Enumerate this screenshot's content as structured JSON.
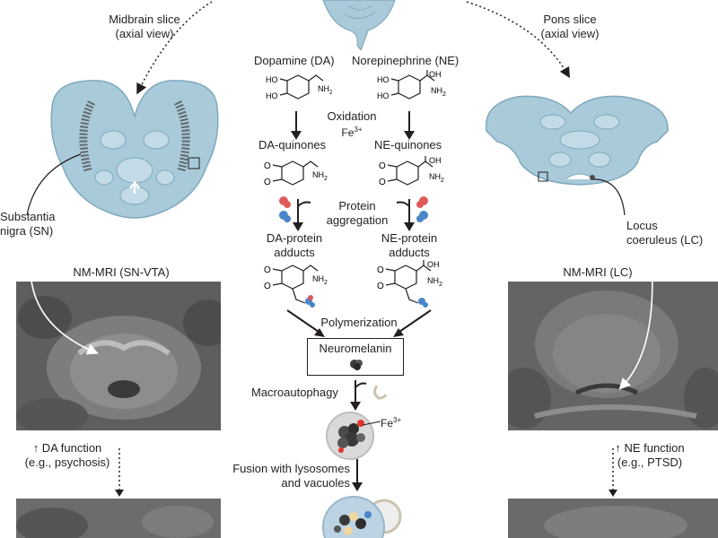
{
  "slices": {
    "midbrain_title": "Midbrain slice",
    "midbrain_sub": "(axial view)",
    "pons_title": "Pons slice",
    "pons_sub": "(axial view)"
  },
  "pathway": {
    "dopamine": "Dopamine (DA)",
    "norepinephrine": "Norepinephrine (NE)",
    "oxidation": "Oxidation",
    "fe_ion": "Fe",
    "fe_charge": "3+",
    "da_quinones": "DA-quinones",
    "ne_quinones": "NE-quinones",
    "protein": "Protein",
    "aggregation": "aggregation",
    "da_adducts_1": "DA-protein",
    "da_adducts_2": "adducts",
    "ne_adducts_1": "NE-protein",
    "ne_adducts_2": "adducts",
    "polymerization": "Polymerization",
    "neuromelanin": "Neuromelanin",
    "macroautophagy": "Macroautophagy",
    "fusion_1": "Fusion with lysosomes",
    "fusion_2": "and vacuoles"
  },
  "chem": {
    "ho": "HO",
    "o": "O",
    "oh": "OH",
    "nh2": "NH",
    "nh2_sub": "2"
  },
  "left": {
    "sn_1": "Substantia",
    "sn_2": "nigra (SN)",
    "mri_title": "NM-MRI (SN-VTA)",
    "func_1": "↑ DA function",
    "func_2": "(e.g., psychosis)"
  },
  "right": {
    "lc_1": "Locus",
    "lc_2": "coeruleus (LC)",
    "mri_title": "NM-MRI (LC)",
    "func_1": "↑ NE function",
    "func_2": "(e.g., PTSD)"
  },
  "colors": {
    "tissue": "#a9cad9",
    "tissue_dark": "#7fa9bd",
    "ink": "#231f20",
    "fe_red": "#e0362c",
    "protein_red": "#e05a5a",
    "protein_blue": "#4a86c8",
    "mri_gray": "#6a6a6a"
  }
}
